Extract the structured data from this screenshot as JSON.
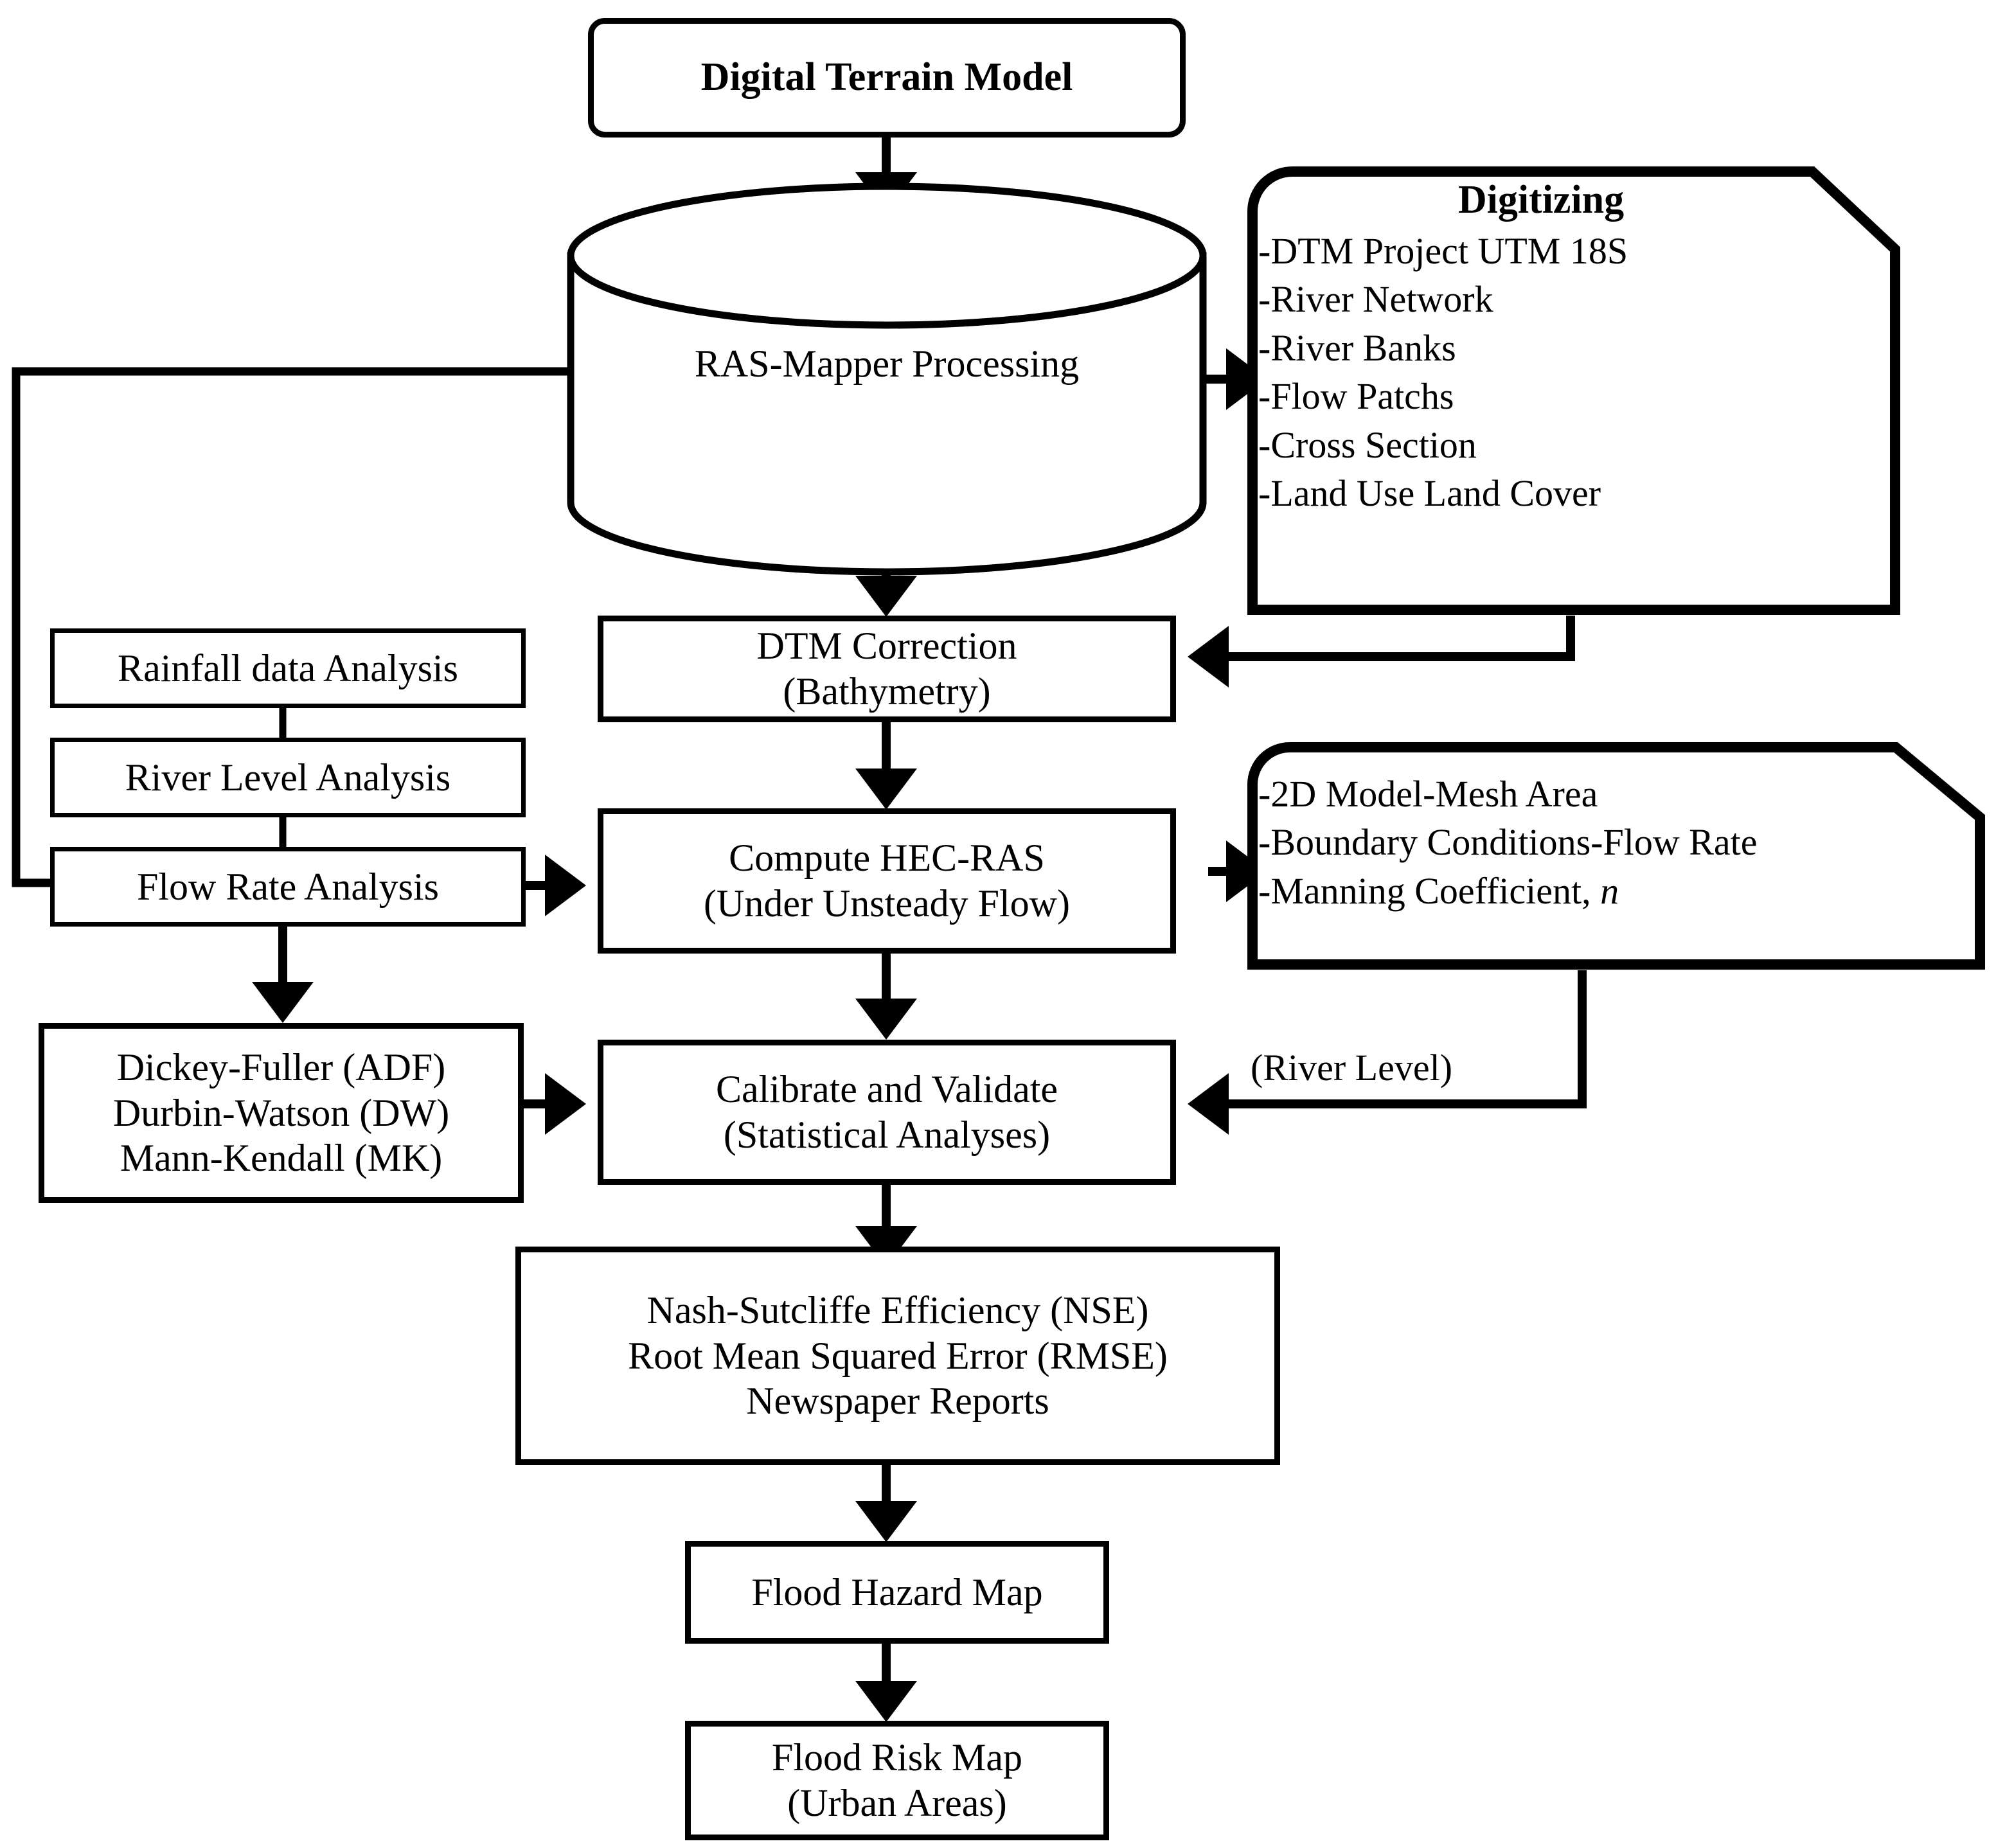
{
  "diagram": {
    "title": "Flood modelling workflow flowchart",
    "line_color": "#000000",
    "fill_color": "#ffffff"
  },
  "nodes": {
    "digital_terrain_model": {
      "label": "Digital Terrain Model"
    },
    "ras_mapper": {
      "line1": "RAS-Mapper",
      "line2": "Processing"
    },
    "digitizing": {
      "heading": "Digitizing",
      "items": [
        "-DTM Project UTM 18S",
        "-River Network",
        "-River Banks",
        "-Flow Patchs",
        "-Cross Section",
        "-Land Use Land Cover"
      ]
    },
    "dtm_correction": {
      "line1": "DTM Correction",
      "line2": "(Bathymetry)"
    },
    "rainfall": {
      "label": "Rainfall data Analysis"
    },
    "river_level": {
      "label": "River Level Analysis"
    },
    "flow_rate": {
      "label": "Flow Rate Analysis"
    },
    "compute_hecras": {
      "line1": "Compute HEC-RAS",
      "line2": "(Under Unsteady Flow)"
    },
    "model_setup": {
      "items": [
        "-2D Model-Mesh Area",
        "-Boundary Conditions-Flow Rate",
        "-Manning Coefficient, "
      ],
      "manning_symbol": "n"
    },
    "stat_tests": {
      "line1": "Dickey-Fuller (ADF)",
      "line2": "Durbin-Watson (DW)",
      "line3": "Mann-Kendall (MK)"
    },
    "calibrate": {
      "line1": "Calibrate and Validate",
      "line2": "(Statistical Analyses)"
    },
    "metrics": {
      "line1": "Nash-Sutcliffe Efficiency (NSE)",
      "line2": "Root Mean Squared Error (RMSE)",
      "line3": "Newspaper Reports"
    },
    "flood_hazard_map": {
      "label": "Flood Hazard Map"
    },
    "flood_risk_map": {
      "line1": "Flood Risk Map",
      "line2": "(Urban Areas)"
    }
  },
  "edge_labels": {
    "river_level_note": "(River Level)"
  }
}
